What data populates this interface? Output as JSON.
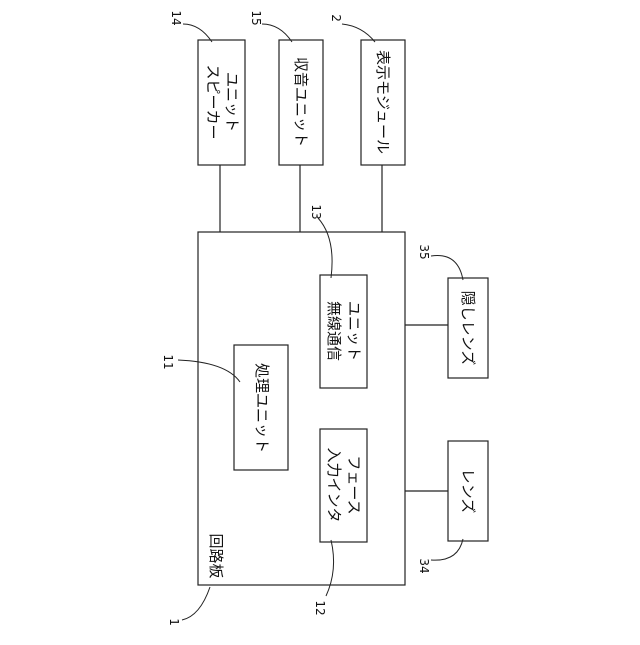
{
  "diagram": {
    "speaker_unit": {
      "line1": "スピーカー",
      "line2": "ユニット",
      "ref": "14"
    },
    "sound_unit": {
      "label": "収音ユニット",
      "ref": "15"
    },
    "display_module": {
      "label": "表示モジュール",
      "ref": "2"
    },
    "circuit_board": {
      "label": "回路板",
      "ref": "1"
    },
    "processing_unit": {
      "label": "処理ユニット",
      "ref": "11"
    },
    "wireless_unit": {
      "line1": "無線通信",
      "line2": "ユニット",
      "ref": "13"
    },
    "input_interface": {
      "line1": "入力インタ",
      "line2": "フェース",
      "ref": "12"
    },
    "hidden_lens": {
      "label": "隠しレンズ",
      "ref": "35"
    },
    "lens": {
      "label": "レンズ",
      "ref": "34"
    }
  }
}
